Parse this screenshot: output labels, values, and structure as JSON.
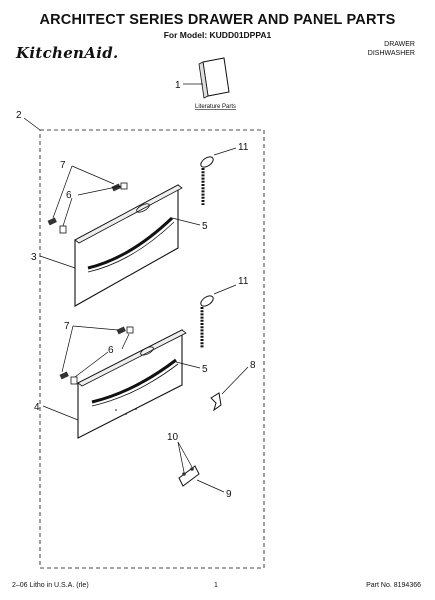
{
  "header": {
    "title": "ARCHITECT SERIES DRAWER AND PANEL PARTS",
    "subtitle": "For Model: KUDD01DPPA1",
    "brand_logo": "KitchenAid.",
    "category_line1": "DRAWER",
    "category_line2": "DISHWASHER"
  },
  "diagram": {
    "literature_label": "Literature Parts",
    "callouts": {
      "c1": "1",
      "c2": "2",
      "c3": "3",
      "c4": "4",
      "c5a": "5",
      "c5b": "5",
      "c6a": "6",
      "c6b": "6",
      "c7a": "7",
      "c7b": "7",
      "c8": "8",
      "c9": "9",
      "c10": "10",
      "c11a": "11",
      "c11b": "11"
    }
  },
  "footer": {
    "left": "2–06 Litho in U.S.A. (rle)",
    "center": "1",
    "right": "Part No. 8194366"
  }
}
